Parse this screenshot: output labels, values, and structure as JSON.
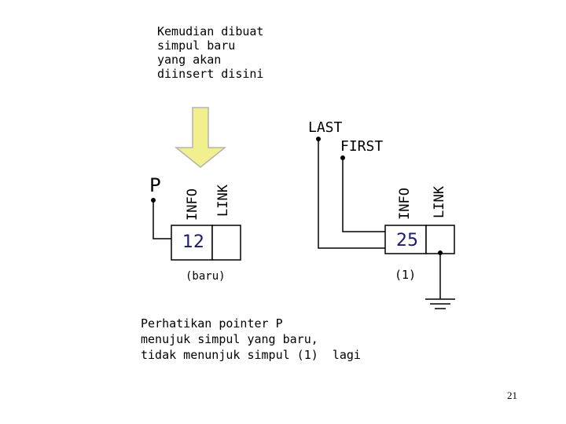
{
  "note_top": "Kemudian dibuat\nsimpul baru\nyang akan\ndiinsert disini",
  "note_bottom": "Perhatikan pointer P\nmenujuk simpul yang baru,\ntidak menunjuk simpul (1)  lagi",
  "label_p": "P",
  "label_last": "LAST",
  "label_first": "FIRST",
  "new_node": {
    "field_info": "INFO",
    "field_link": "LINK",
    "value": "12",
    "caption": "(baru)"
  },
  "node_1": {
    "field_info": "INFO",
    "field_link": "LINK",
    "value": "25",
    "caption": "(1)"
  },
  "page_number": "21",
  "colors": {
    "arrow_fill": "#f2ef8e",
    "arrow_stroke": "#b3b3b3",
    "value_text": "#1a1a6e"
  }
}
